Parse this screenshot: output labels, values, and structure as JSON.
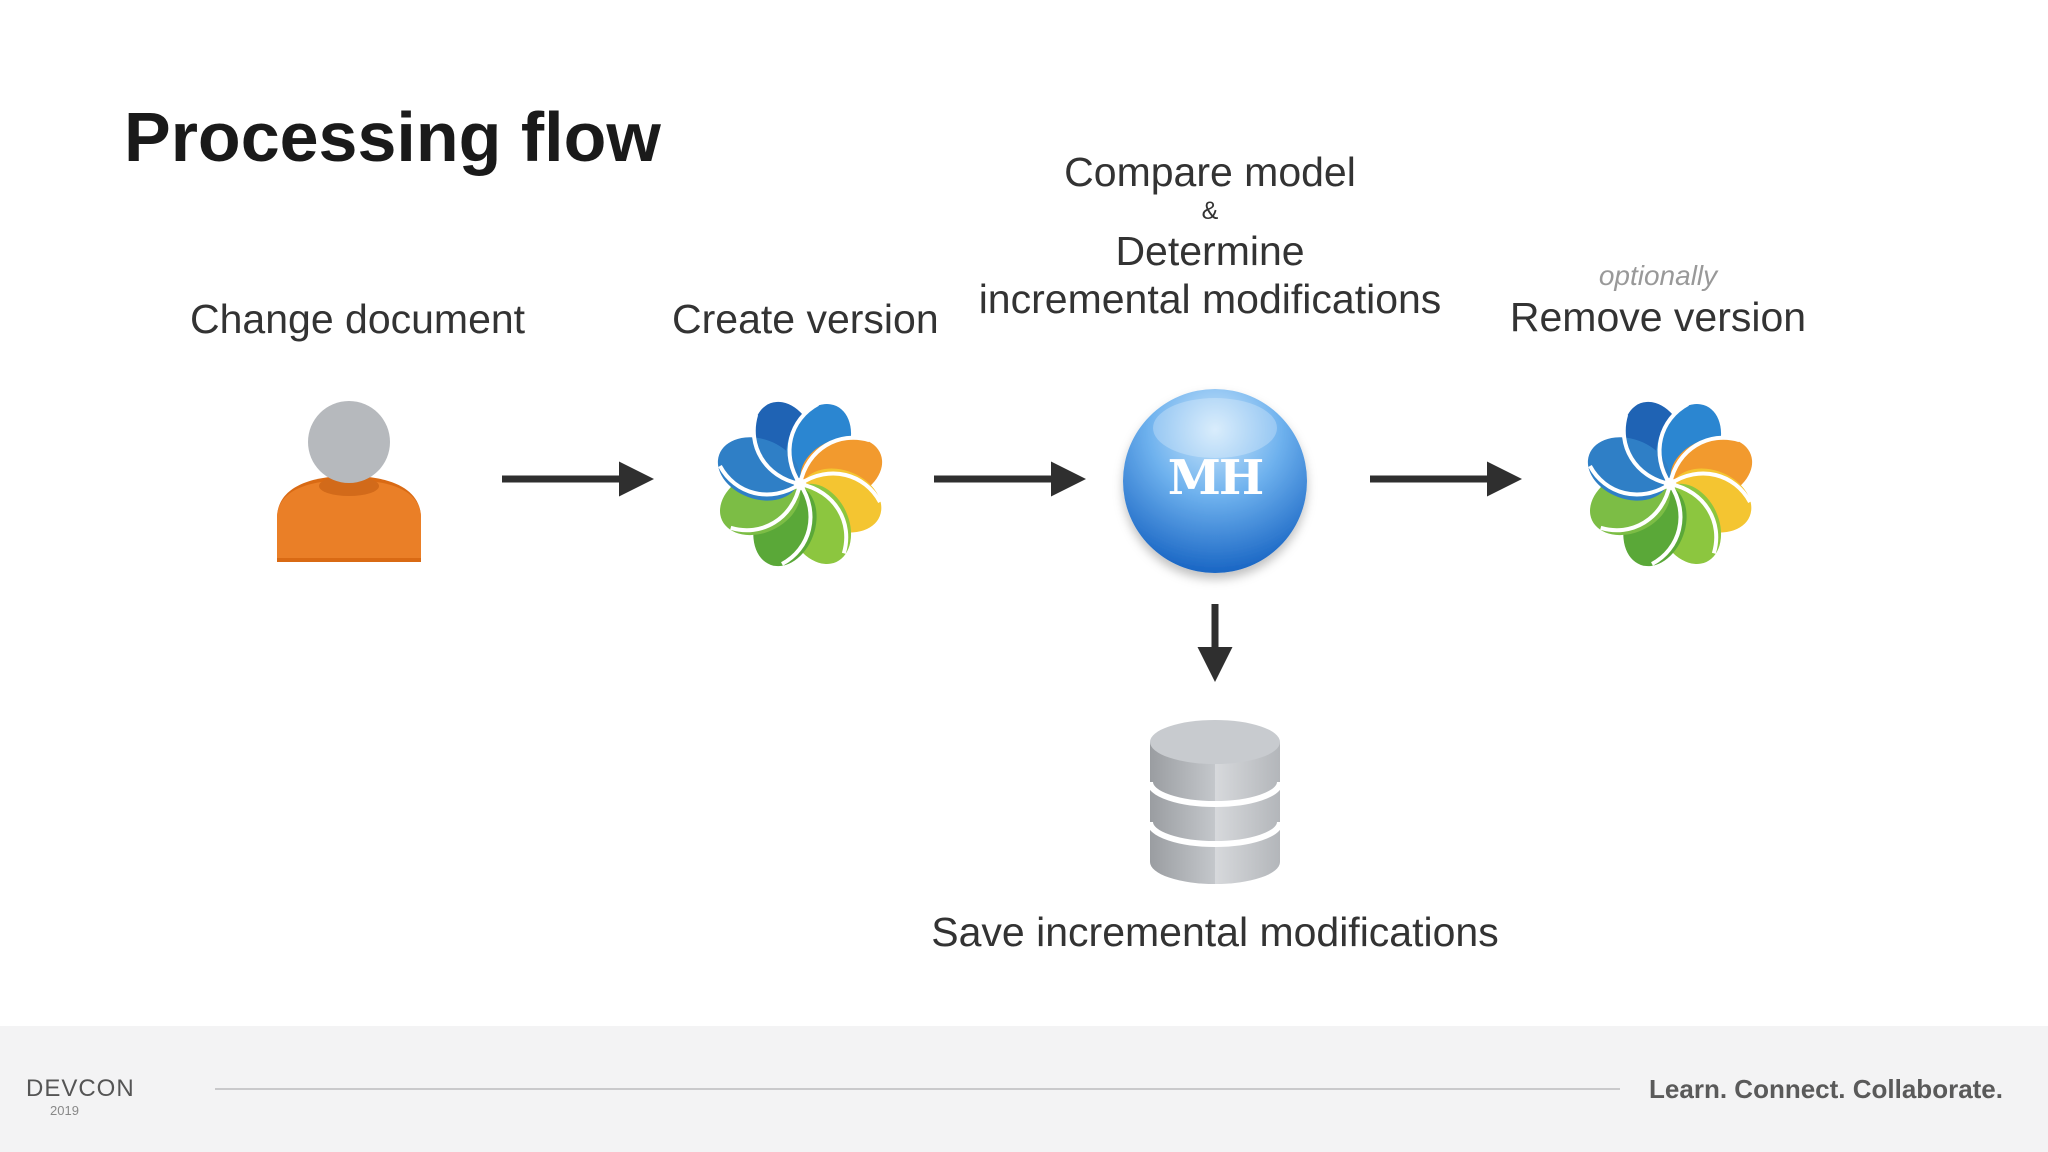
{
  "slide": {
    "title": "Processing flow"
  },
  "steps": {
    "change_document": "Change document",
    "create_version": "Create version",
    "compare_line1": "Compare model",
    "compare_amp": "&",
    "compare_line2": "Determine",
    "compare_line3": "incremental modifications",
    "remove_optional": "optionally",
    "remove_version": "Remove version",
    "save_modifications": "Save incremental modifications"
  },
  "mh_badge": {
    "text": "MH"
  },
  "footer": {
    "brand": "DEVCON",
    "year": "2019",
    "tagline": "Learn. Connect. Collaborate."
  },
  "icons": [
    "user-icon",
    "alfresco-logo-icon",
    "mh-sphere-icon",
    "database-icon",
    "arrow-right-icon",
    "arrow-down-icon",
    "devcon-gear-logo"
  ],
  "colors": {
    "user_body": "#ea7f27",
    "user_head": "#b6b9bd",
    "sphere_top": "#a9d3f6",
    "sphere_bottom": "#1e70c9",
    "arrow": "#2f2f2f",
    "footer_bg": "#f3f3f4"
  }
}
